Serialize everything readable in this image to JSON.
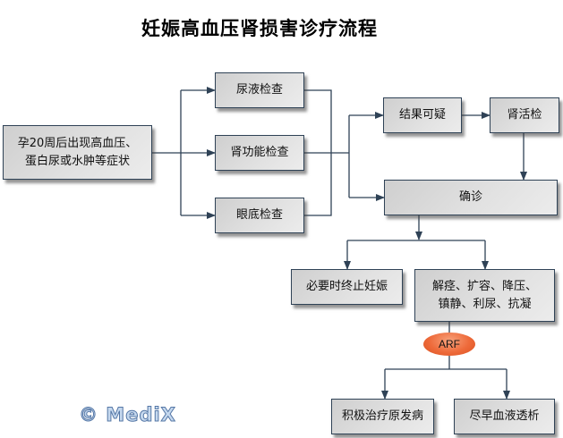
{
  "title": "妊娠高血压肾损害诊疗流程",
  "nodes": {
    "start": {
      "line1": "孕20周后出现高血压、",
      "line2": "蛋白尿或水肿等症状"
    },
    "urine_test": "尿液检查",
    "renal_function_test": "肾功能检查",
    "fundus_exam": "眼底检查",
    "suspicious_result": "结果可疑",
    "renal_biopsy": "肾活检",
    "diagnosis": "确诊",
    "terminate_pregnancy": "必要时终止妊娠",
    "treatment": {
      "line1": "解痉、扩容、降压、",
      "line2": "镇静、利尿、抗凝"
    },
    "arf": "ARF",
    "treat_primary": "积极治疗原发病",
    "dialysis": "尽早血液透析"
  },
  "watermark": "© MediX",
  "colors": {
    "line": "#2f4256",
    "box_fill": "#dcdcdc",
    "arf_fill": "#ee6a3a",
    "watermark": "#c5d8ee"
  }
}
